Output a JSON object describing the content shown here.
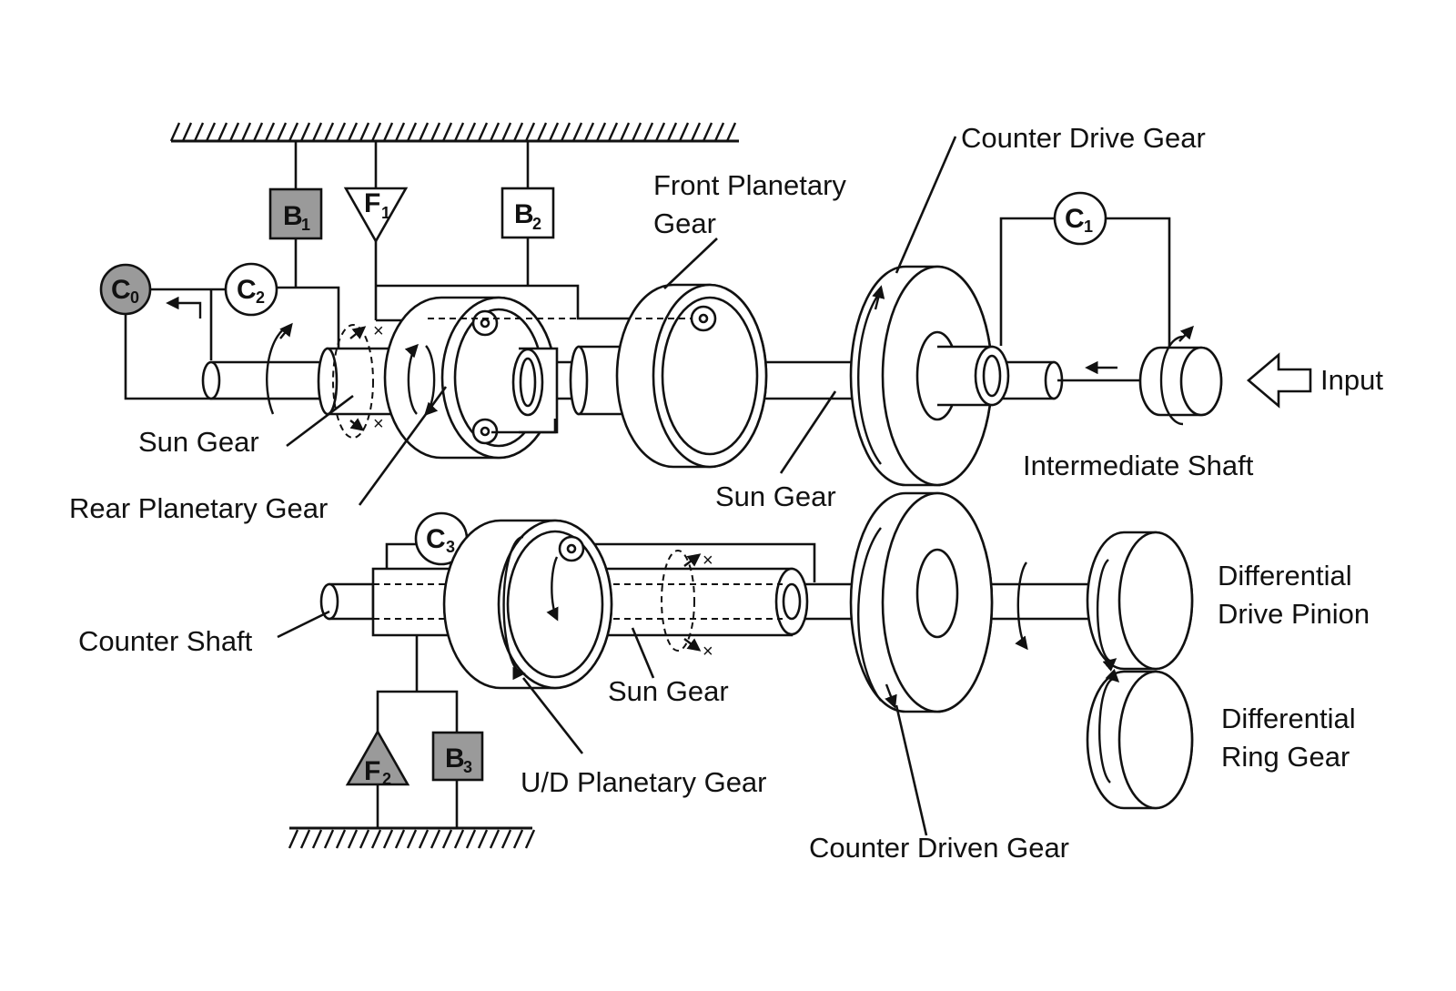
{
  "symbols": {
    "b1": {
      "letter": "B",
      "sub": "1"
    },
    "b2": {
      "letter": "B",
      "sub": "2"
    },
    "b3": {
      "letter": "B",
      "sub": "3"
    },
    "f1": {
      "letter": "F",
      "sub": "1"
    },
    "f2": {
      "letter": "F",
      "sub": "2"
    },
    "c0": {
      "letter": "C",
      "sub": "0"
    },
    "c1": {
      "letter": "C",
      "sub": "1"
    },
    "c2": {
      "letter": "C",
      "sub": "2"
    },
    "c3": {
      "letter": "C",
      "sub": "3"
    }
  },
  "labels": {
    "counter_drive_gear": "Counter Drive Gear",
    "front_planetary_line1": "Front Planetary",
    "front_planetary_line2": "Gear",
    "input": "Input",
    "intermediate_shaft": "Intermediate Shaft",
    "sun_gear_rear": "Sun Gear",
    "rear_planetary_gear": "Rear Planetary Gear",
    "sun_gear_front": "Sun Gear",
    "differential_drive_line1": "Differential",
    "differential_drive_line2": "Drive Pinion",
    "counter_shaft": "Counter Shaft",
    "sun_gear_ud": "Sun Gear",
    "differential_ring_line1": "Differential",
    "differential_ring_line2": "Ring Gear",
    "ud_planetary_gear": "U/D Planetary Gear",
    "counter_driven_gear": "Counter Driven Gear"
  },
  "colors": {
    "line": "#111111",
    "shaded_element": "#9a9a9a",
    "background": "#ffffff"
  }
}
